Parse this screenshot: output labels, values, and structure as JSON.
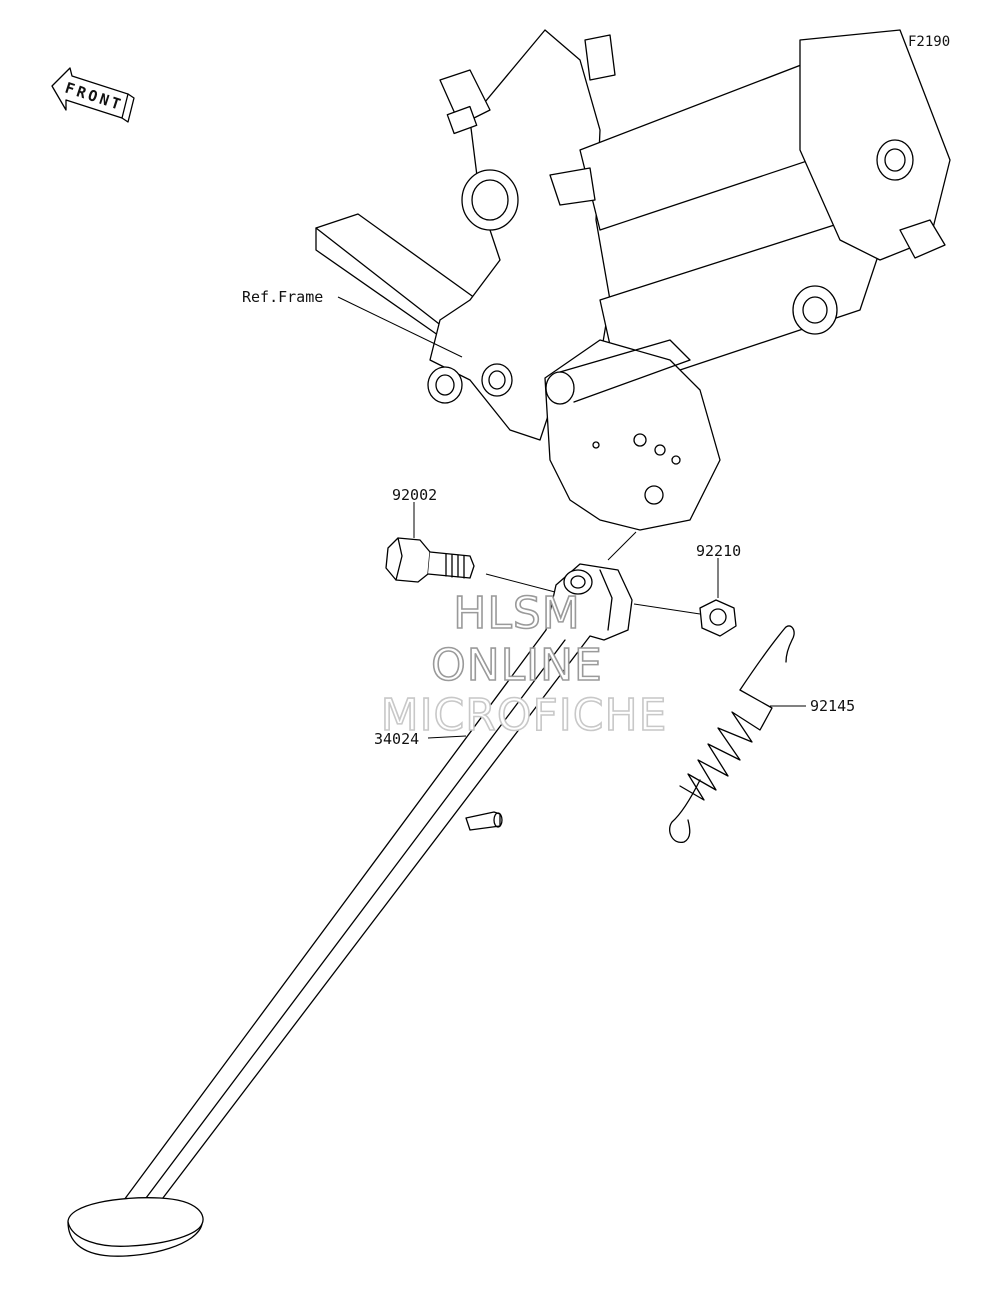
{
  "diagram": {
    "code": "F2190",
    "front_label": "FRONT",
    "ref_label": "Ref.Frame",
    "parts": [
      {
        "number": "92002"
      },
      {
        "number": "92210"
      },
      {
        "number": "92145"
      },
      {
        "number": "34024"
      }
    ]
  },
  "watermark": {
    "line1": "HLSM",
    "line2": "ONLINE",
    "line3": "MICROFICHE"
  }
}
